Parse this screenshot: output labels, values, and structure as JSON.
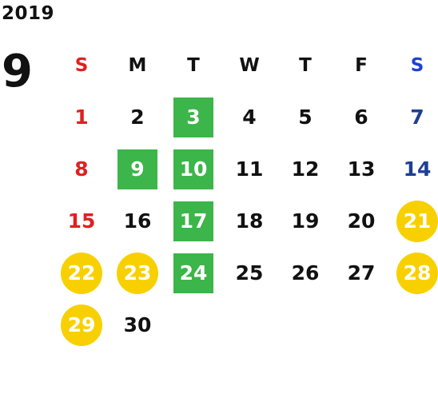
{
  "calendar": {
    "year": "2019",
    "month": "9",
    "weekdays": [
      "S",
      "M",
      "T",
      "W",
      "T",
      "F",
      "S"
    ],
    "weekday_colors": [
      "#e02020",
      "#111111",
      "#111111",
      "#111111",
      "#111111",
      "#111111",
      "#1e3fd8"
    ],
    "weeks": [
      [
        {
          "day": "1",
          "style": "red"
        },
        {
          "day": "2",
          "style": "normal"
        },
        {
          "day": "3",
          "style": "green"
        },
        {
          "day": "4",
          "style": "normal"
        },
        {
          "day": "5",
          "style": "normal"
        },
        {
          "day": "6",
          "style": "normal"
        },
        {
          "day": "7",
          "style": "blue"
        }
      ],
      [
        {
          "day": "8",
          "style": "red"
        },
        {
          "day": "9",
          "style": "green"
        },
        {
          "day": "10",
          "style": "green"
        },
        {
          "day": "11",
          "style": "normal"
        },
        {
          "day": "12",
          "style": "normal"
        },
        {
          "day": "13",
          "style": "normal"
        },
        {
          "day": "14",
          "style": "blue"
        }
      ],
      [
        {
          "day": "15",
          "style": "red"
        },
        {
          "day": "16",
          "style": "normal"
        },
        {
          "day": "17",
          "style": "green"
        },
        {
          "day": "18",
          "style": "normal"
        },
        {
          "day": "19",
          "style": "normal"
        },
        {
          "day": "20",
          "style": "normal"
        },
        {
          "day": "21",
          "style": "yellow"
        }
      ],
      [
        {
          "day": "22",
          "style": "yellow"
        },
        {
          "day": "23",
          "style": "yellow"
        },
        {
          "day": "24",
          "style": "green"
        },
        {
          "day": "25",
          "style": "normal"
        },
        {
          "day": "26",
          "style": "normal"
        },
        {
          "day": "27",
          "style": "normal"
        },
        {
          "day": "28",
          "style": "yellow"
        }
      ],
      [
        {
          "day": "29",
          "style": "yellow"
        },
        {
          "day": "30",
          "style": "normal"
        },
        {
          "day": "",
          "style": "empty"
        },
        {
          "day": "",
          "style": "empty"
        },
        {
          "day": "",
          "style": "empty"
        },
        {
          "day": "",
          "style": "empty"
        },
        {
          "day": "",
          "style": "empty"
        }
      ]
    ],
    "colors": {
      "sunday_text": "#e02020",
      "saturday_text": "#1d3f93",
      "highlight_green": "#3cb54a",
      "highlight_yellow": "#f8d000",
      "highlight_text": "#ffffff"
    }
  }
}
